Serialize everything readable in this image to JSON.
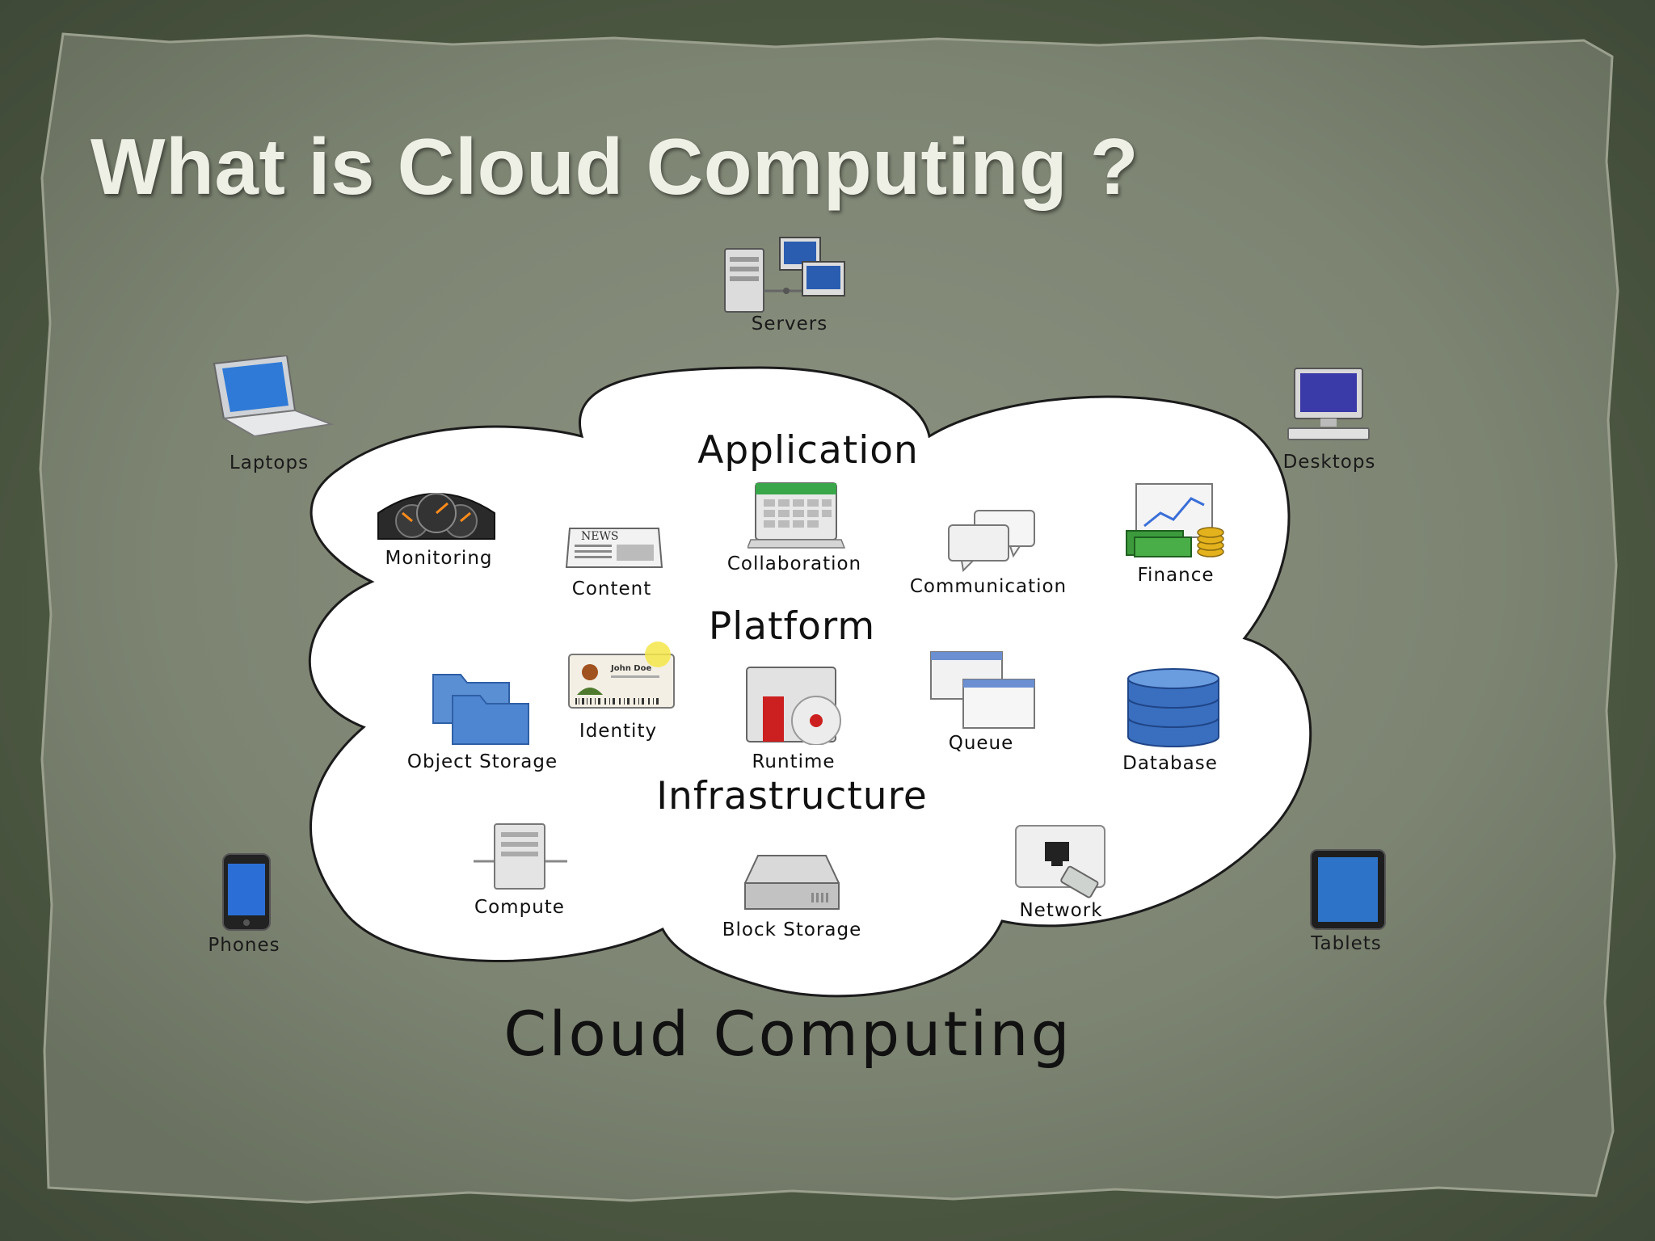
{
  "slide": {
    "title": "What is Cloud Computing ?"
  },
  "diagram": {
    "caption": "Cloud Computing",
    "sections": {
      "application": "Application",
      "platform": "Platform",
      "infrastructure": "Infrastructure"
    },
    "devices": {
      "servers": "Servers",
      "laptops": "Laptops",
      "desktops": "Desktops",
      "phones": "Phones",
      "tablets": "Tablets"
    },
    "application_items": {
      "monitoring": "Monitoring",
      "content": "Content",
      "collaboration": "Collaboration",
      "communication": "Communication",
      "finance": "Finance"
    },
    "platform_items": {
      "object_storage": "Object Storage",
      "identity": "Identity",
      "identity_card_name": "John Doe",
      "runtime": "Runtime",
      "queue": "Queue",
      "database": "Database"
    },
    "infrastructure_items": {
      "compute": "Compute",
      "block_storage": "Block Storage",
      "network": "Network"
    },
    "content_icon_text": "NEWS"
  }
}
